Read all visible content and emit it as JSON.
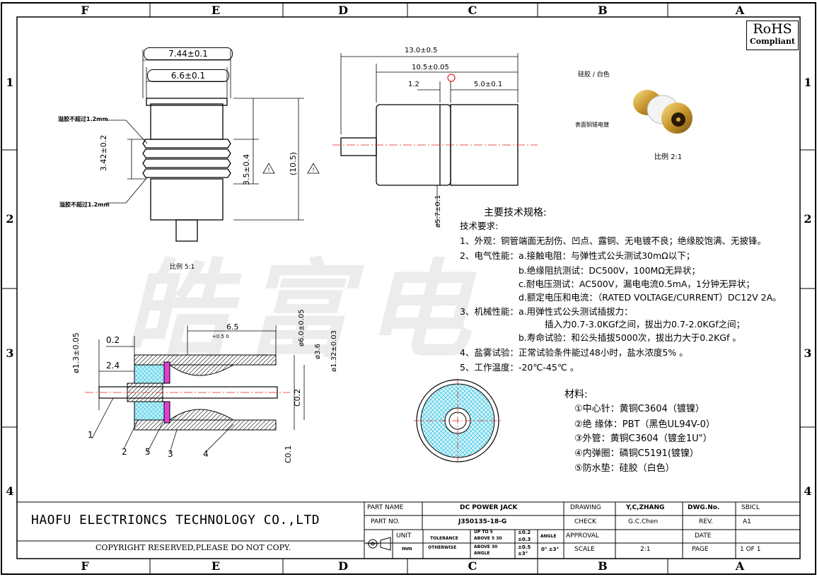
{
  "border": {
    "columns": [
      "F",
      "E",
      "D",
      "C",
      "B",
      "A"
    ],
    "rows": [
      "1",
      "2",
      "3",
      "4"
    ]
  },
  "rohs": {
    "title": "RoHS",
    "subtitle": "Compliant"
  },
  "watermark": "皓富电",
  "front_view": {
    "dim_outer": "7.44±0.1",
    "dim_inner": "6.6±0.1",
    "dim_groove": "3.42±0.2",
    "dim_body": "3.5±0.4",
    "dim_total": "(10.5)",
    "note_top": "溢胶不超过1.2mm",
    "note_bottom": "溢胶不超过1.2mm",
    "scale": "比例  5:1"
  },
  "side_view": {
    "dim_total": "13.0±0.5",
    "dim_mid": "10.5±0.05",
    "dim_small": "1.2",
    "dim_right": "5.0±0.1",
    "dim_dia": "ø5.7±0.1"
  },
  "photo": {
    "label_top": "硅胶 / 白色",
    "label_bottom": "表面铜锡电镀",
    "scale": "比例  2:1"
  },
  "section_view": {
    "dim_pin": "ø1.3±0.05",
    "dim_02": "0.2",
    "dim_24": "2.4",
    "dim_65": "6.5",
    "dim_65_tol": "+0.5\n0",
    "dim_60": "ø6.0±0.05",
    "dim_36": "ø3.6",
    "dim_132": "ø1.32±0.03",
    "dim_c02": "C0.2",
    "dim_c01": "C0.1",
    "callouts": [
      "1",
      "2",
      "5",
      "3",
      "4"
    ]
  },
  "specs": {
    "heading": "主要技术规格:",
    "lines": [
      "技术要求:",
      "1、外观：铜管端面无刮伤、凹点、露铜、无电镀不良；绝缘胶饱满、无披锋。",
      "2、电气性能：a.接触电阻：与弹性式公头测试30mΩ以下；",
      "b.绝缘阻抗测试：DC500V，100MΩ无异状；",
      "c.耐电压测试：AC500V，漏电电流0.5mA，1分钟无异状；",
      "d.额定电压和电流：（RATED VOLTAGE/CURRENT）DC12V 2A。",
      "3、机械性能：a.用弹性式公头测试插拔力：",
      "插入力0.7-3.0KGf之间，拔出力0.7-2.0KGf之间；",
      "b.寿命试验：和公头插拔5000次，拔出力大于0.2KGf 。",
      "4、盐雾试验：正常试验条件能过48小时，盐水浓度5% 。",
      "5、工作温度：-20℃-45℃ 。"
    ]
  },
  "materials": {
    "heading": "材料:",
    "items": [
      "①中心针：黄铜C3604（镀镍）",
      "②绝 缘体：PBT（黑色UL94V-0）",
      "③外管：黄铜C3604（镀金1U\"）",
      "④内弹圈：磷铜C5191(镀镍）",
      "⑤防水垫：硅胶（白色）"
    ]
  },
  "title_block": {
    "company": "HAOFU ELECTRIONCS TECHNOLOGY CO.,LTD",
    "copyright": "COPYRIGHT RESERVED,PLEASE DO NOT COPY.",
    "part_name_label": "PART NAME",
    "part_name": "DC POWER JACK",
    "part_no_label": "PART NO.",
    "part_no": "J350135-18-G",
    "unit_label": "UNIT",
    "unit": "mm",
    "tolerance": "TOLERANCE",
    "otherwise": "OTHERWISE",
    "tol_rows": [
      "UP TO 5",
      "ABOVE 5  30",
      "ABOVE 30"
    ],
    "tol_vals": [
      "±0.2",
      "±0.3",
      "±0.5"
    ],
    "angle_label": "ANGLE",
    "angle_val": "0° ±3°",
    "angle_row": "ANGLE",
    "angle_row_val": "±3°",
    "drawing_label": "DRAWING",
    "drawing": "Y,C,ZHANG",
    "check_label": "CHECK",
    "check": "G.C.Chen",
    "approval_label": "APPROVAL",
    "scale_label": "SCALE",
    "scale": "2:1",
    "dwg_label": "DWG.No.",
    "dwg": "SBICL",
    "rev_label": "REV.",
    "rev": "A1",
    "date_label": "DATE",
    "page_label": "PAGE",
    "page": "1 OF 1"
  },
  "colors": {
    "hatch": "#30c0e0",
    "pink": "#e040d0",
    "red": "#e02020"
  }
}
